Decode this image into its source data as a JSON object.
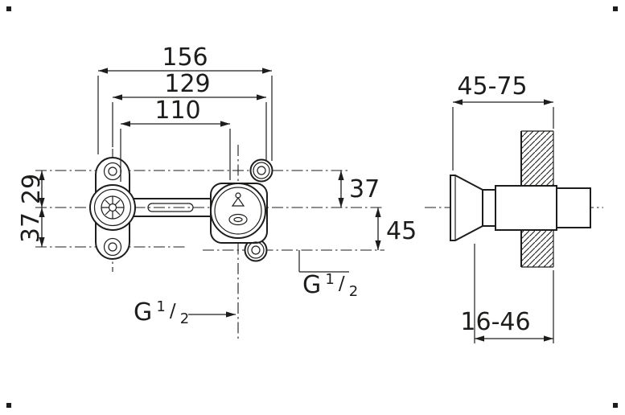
{
  "drawing": {
    "description": "Technical dimensional drawing of a concealed wall-mounted mixer rough-in body, front view and side installation view",
    "colors": {
      "line": "#1d1d1b",
      "background": "#ffffff"
    },
    "front_view": {
      "dim_total_width": "156",
      "dim_width_129": "129",
      "dim_width_110": "110",
      "dim_left_upper": "29",
      "dim_left_lower": "37",
      "dim_right_upper": "37",
      "dim_right_lower": "45",
      "thread_bottom": {
        "base": "G",
        "num": "1",
        "slash": "/",
        "den": "2"
      },
      "thread_side": {
        "base": "G",
        "num": "1",
        "slash": "/",
        "den": "2"
      }
    },
    "side_view": {
      "dim_depth_range": "45-75",
      "dim_wall_offset_range": "16-46"
    }
  }
}
